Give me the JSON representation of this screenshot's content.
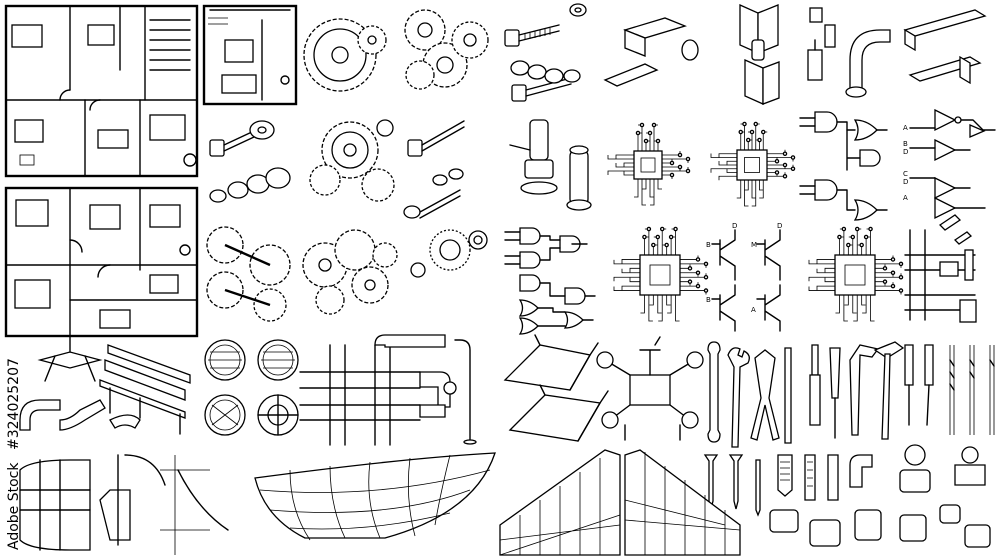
{
  "watermark": {
    "brand": "Adobe Stock",
    "id": "#324025207"
  },
  "schematic_labels": {
    "a": "A",
    "b": "B",
    "c": "C",
    "d": "D",
    "m": "M"
  },
  "icons": [
    "floor-plan-icon",
    "gear-icon",
    "bolt-icon",
    "hinge-icon",
    "pipe-fitting-icon",
    "microchip-icon",
    "logic-gate-icon",
    "circuit-icon",
    "street-pipe-icon",
    "manhole-icon",
    "bench-icon",
    "bicycle-frame-icon",
    "drone-icon",
    "wrench-icon",
    "screwdriver-icon",
    "hammer-icon",
    "drill-bit-icon",
    "screw-icon",
    "valve-icon",
    "boat-hull-icon",
    "wing-frame-icon"
  ],
  "colors": {
    "ink": "#000000",
    "paper": "#ffffff"
  }
}
